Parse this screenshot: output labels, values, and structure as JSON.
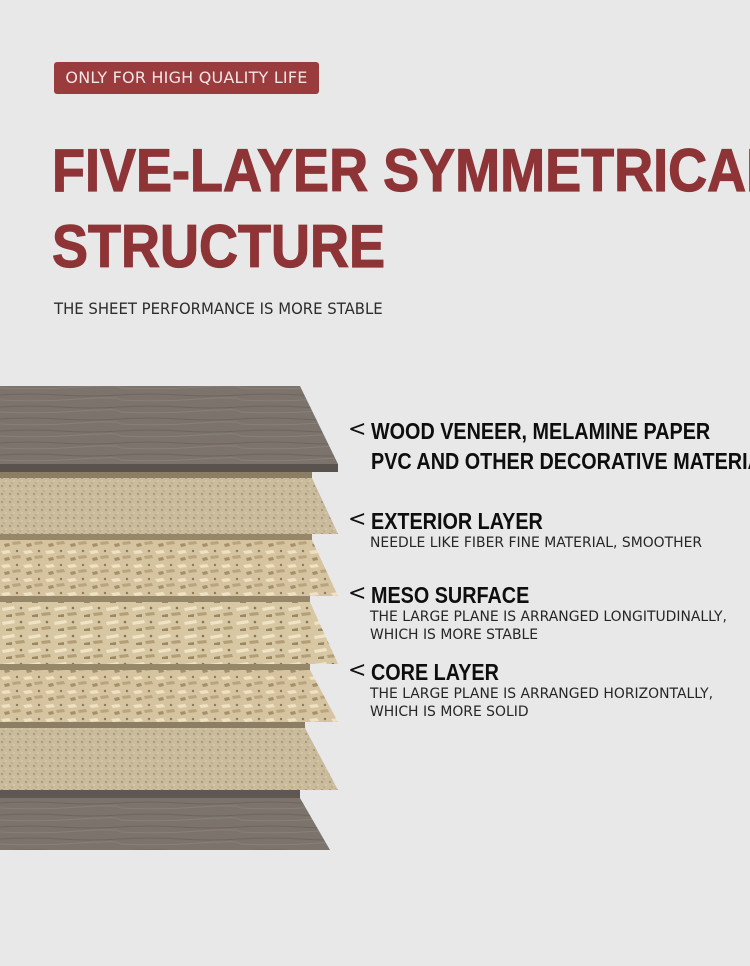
{
  "badge": "ONLY FOR HIGH QUALITY LIFE",
  "headline": {
    "line1": "FIVE-LAYER SYMMETRICAL",
    "line2": "STRUCTURE"
  },
  "subtitle": "THE SHEET PERFORMANCE IS MORE STABLE",
  "arrow": "<",
  "layers": [
    {
      "title_line1": "WOOD VENEER, MELAMINE PAPER",
      "title_line2": "PVC AND OTHER DECORATIVE MATERIALS"
    },
    {
      "title": "EXTERIOR LAYER",
      "desc_line1": "NEEDLE LIKE FIBER FINE MATERIAL, SMOOTHER"
    },
    {
      "title": "MESO SURFACE",
      "desc_line1": "THE LARGE PLANE IS ARRANGED LONGITUDINALLY,",
      "desc_line2": "WHICH IS MORE STABLE"
    },
    {
      "title": "CORE LAYER",
      "desc_line1": "THE LARGE PLANE IS ARRANGED HORIZONTALLY,",
      "desc_line2": "WHICH IS MORE SOLID"
    }
  ],
  "colors": {
    "background": "#e8e8e8",
    "accent": "#8e3437",
    "badge": "#9a3b3e",
    "veneer": "#7a726b",
    "particle_fine": "#cbbd9e",
    "particle_coarse": "#d8c5a0"
  }
}
